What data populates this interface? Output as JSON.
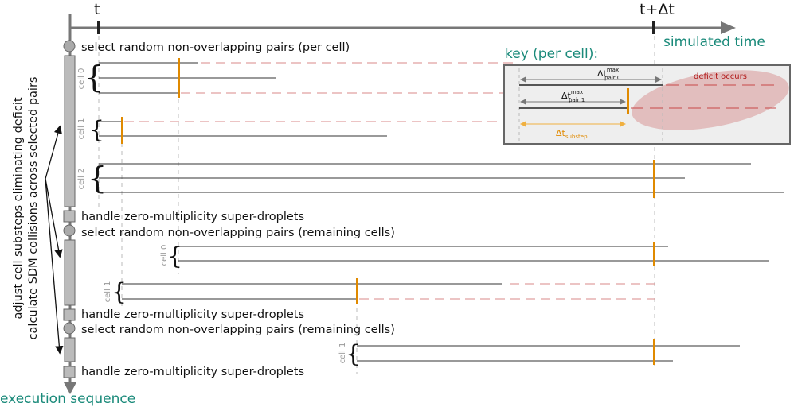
{
  "time_axis": {
    "start_label": "t",
    "end_label": "t+Δt",
    "caption": "simulated time"
  },
  "execution_caption": "execution sequence",
  "side_labels": {
    "line1": "adjust cell substeps eliminating deficit",
    "line2": "calculate SDM collisions across selected pairs"
  },
  "steps": [
    "select random non-overlapping pairs (per cell)",
    "handle zero-multiplicity super-droplets",
    "select random non-overlapping pairs (remaining cells)",
    "handle zero-multiplicity super-droplets",
    "select random non-overlapping pairs (remaining cells)",
    "handle zero-multiplicity super-droplets"
  ],
  "cells": {
    "c0": "cell 0",
    "c1": "cell 1",
    "c2": "cell 2",
    "r2c0": "cell 0",
    "r2c1": "cell 1",
    "r3c1": "cell 1"
  },
  "key": {
    "title": "key (per cell):",
    "dt_pair0": "Δt",
    "dt_pair0_sup": "max",
    "dt_pair0_sub": "pair 0",
    "dt_pair1": "Δt",
    "dt_pair1_sup": "max",
    "dt_pair1_sub": "pair 1",
    "dt_substep": "Δt",
    "dt_substep_sub": "substep",
    "deficit": "deficit occurs"
  },
  "colors": {
    "accent": "#1a8a7a",
    "substep_marker": "#e08a00",
    "deficit_dash": "#d88888",
    "deficit_text": "#b01818",
    "axis": "#777777",
    "key_background": "#eeeeee"
  }
}
